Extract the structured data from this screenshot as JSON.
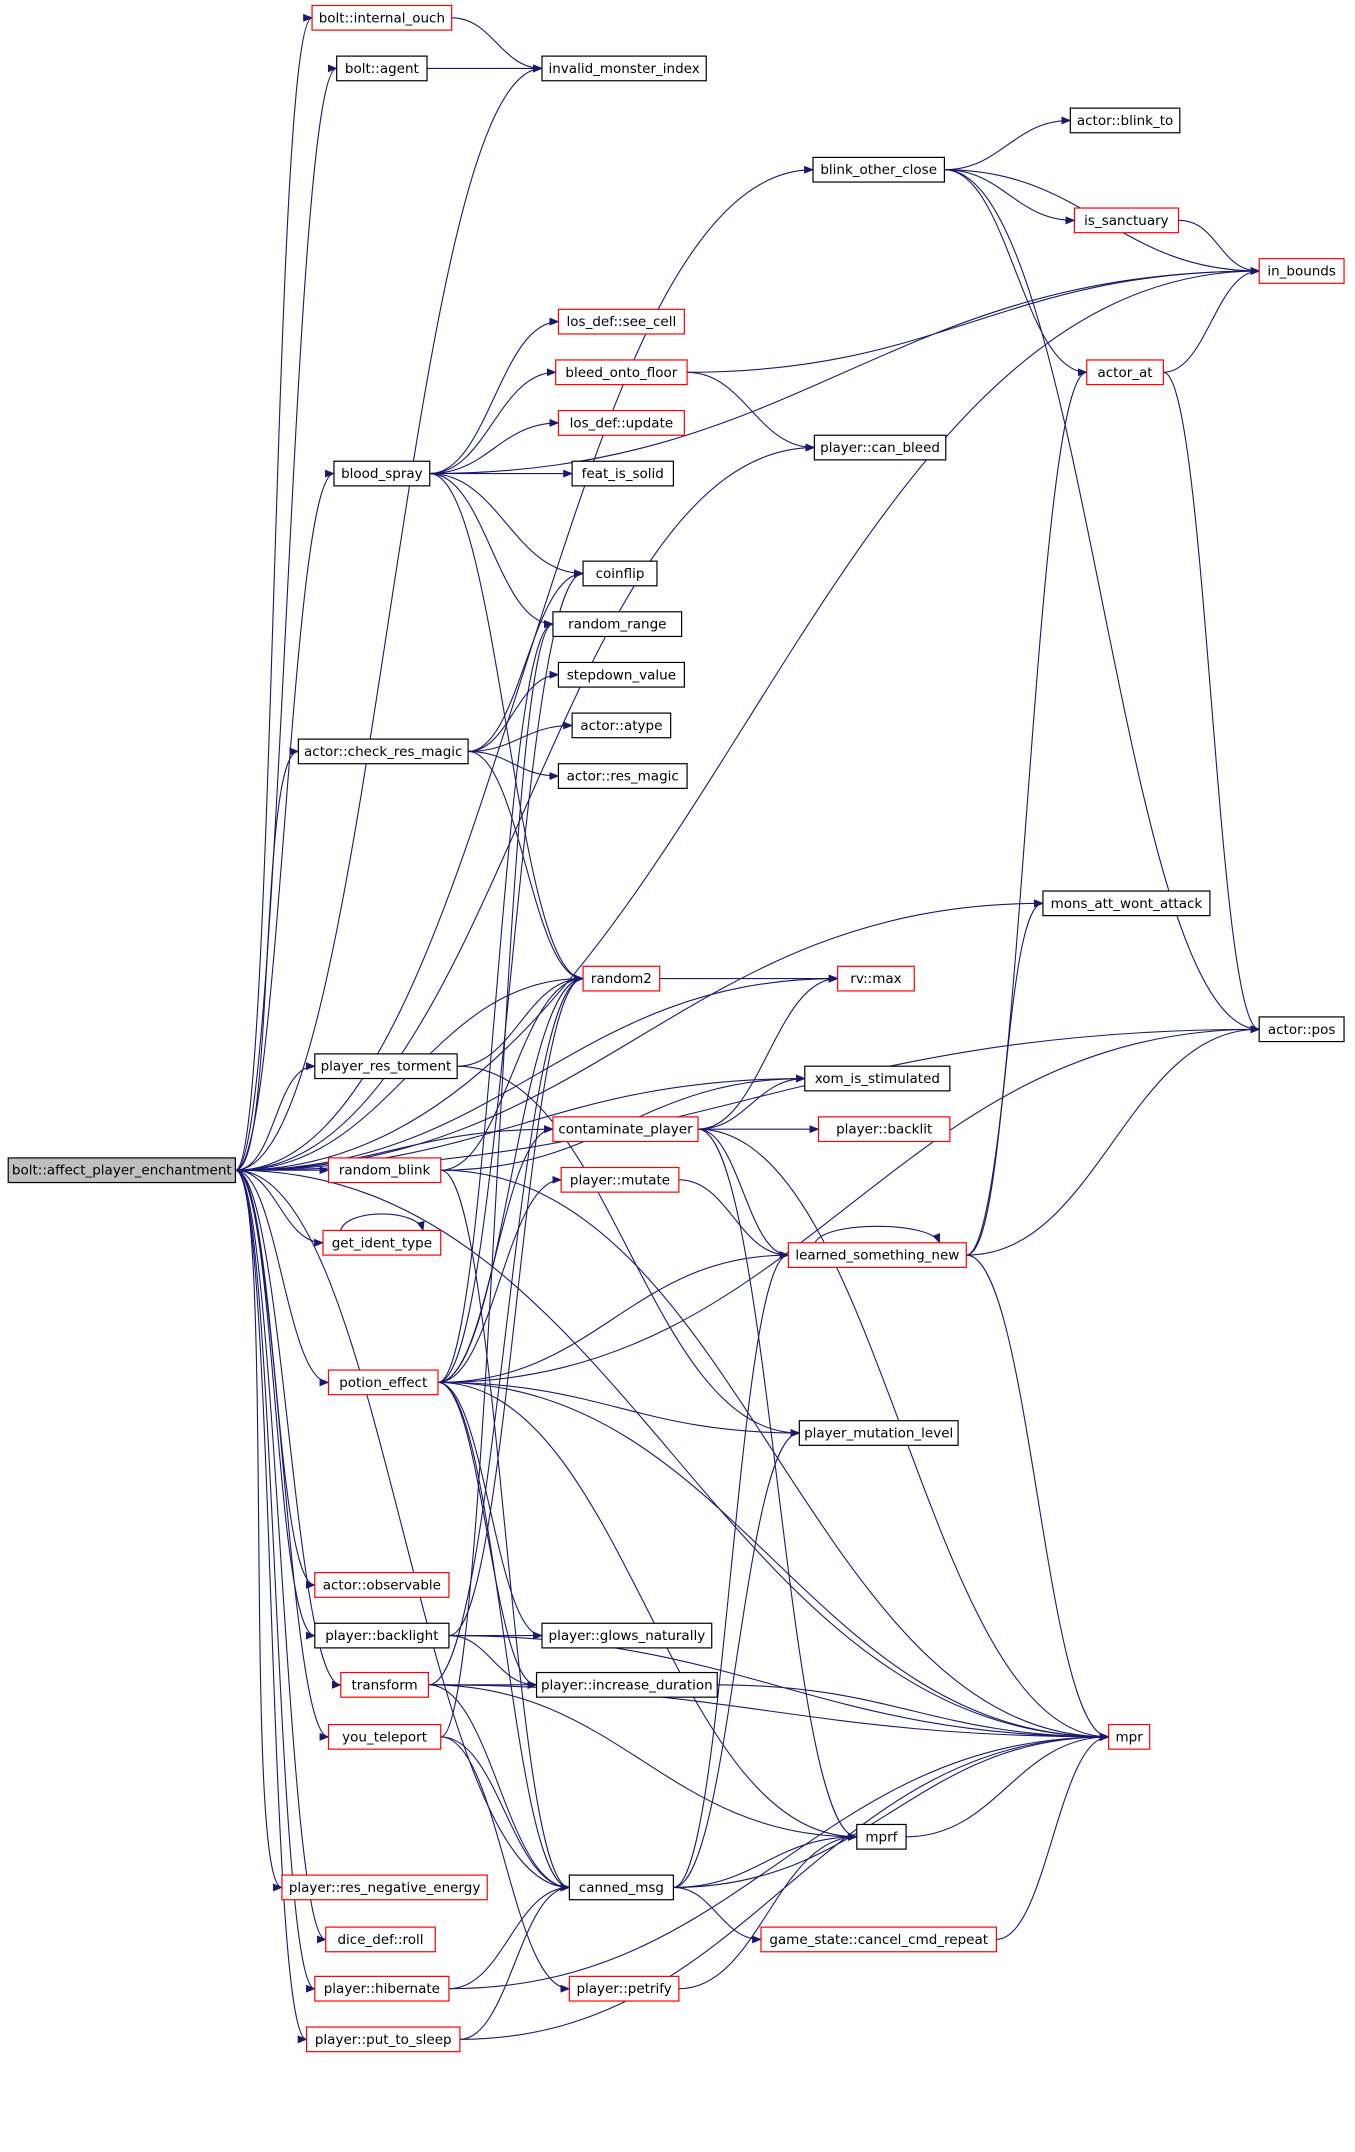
{
  "graph": {
    "colors": {
      "edge": "#191970",
      "node_border_black": "#000000",
      "node_border_red": "#ff0000",
      "root_fill": "#bfbfbf",
      "node_fill": "#ffffff"
    },
    "nodes": [
      {
        "id": "root",
        "label": "bolt::affect_player_enchantment",
        "border": "black",
        "root": true
      },
      {
        "id": "internal_ouch",
        "label": "bolt::internal_ouch",
        "border": "red"
      },
      {
        "id": "agent",
        "label": "bolt::agent",
        "border": "black"
      },
      {
        "id": "invalid_monster_index",
        "label": "invalid_monster_index",
        "border": "black"
      },
      {
        "id": "actor_blink_to",
        "label": "actor::blink_to",
        "border": "black"
      },
      {
        "id": "blink_other_close",
        "label": "blink_other_close",
        "border": "black"
      },
      {
        "id": "is_sanctuary",
        "label": "is_sanctuary",
        "border": "red"
      },
      {
        "id": "in_bounds",
        "label": "in_bounds",
        "border": "red"
      },
      {
        "id": "los_see_cell",
        "label": "los_def::see_cell",
        "border": "red"
      },
      {
        "id": "bleed_onto_floor",
        "label": "bleed_onto_floor",
        "border": "red"
      },
      {
        "id": "actor_at",
        "label": "actor_at",
        "border": "red"
      },
      {
        "id": "los_update",
        "label": "los_def::update",
        "border": "red"
      },
      {
        "id": "player_can_bleed",
        "label": "player::can_bleed",
        "border": "black"
      },
      {
        "id": "blood_spray",
        "label": "blood_spray",
        "border": "black"
      },
      {
        "id": "feat_is_solid",
        "label": "feat_is_solid",
        "border": "black"
      },
      {
        "id": "coinflip",
        "label": "coinflip",
        "border": "black"
      },
      {
        "id": "random_range",
        "label": "random_range",
        "border": "black"
      },
      {
        "id": "stepdown_value",
        "label": "stepdown_value",
        "border": "black"
      },
      {
        "id": "actor_atype",
        "label": "actor::atype",
        "border": "black"
      },
      {
        "id": "check_res_magic",
        "label": "actor::check_res_magic",
        "border": "black"
      },
      {
        "id": "actor_res_magic",
        "label": "actor::res_magic",
        "border": "black"
      },
      {
        "id": "mons_att_wont_attack",
        "label": "mons_att_wont_attack",
        "border": "black"
      },
      {
        "id": "random2",
        "label": "random2",
        "border": "red"
      },
      {
        "id": "rv_max",
        "label": "rv::max",
        "border": "red"
      },
      {
        "id": "actor_pos",
        "label": "actor::pos",
        "border": "black"
      },
      {
        "id": "player_res_torment",
        "label": "player_res_torment",
        "border": "black"
      },
      {
        "id": "xom_is_stimulated",
        "label": "xom_is_stimulated",
        "border": "black"
      },
      {
        "id": "contaminate_player",
        "label": "contaminate_player",
        "border": "red"
      },
      {
        "id": "player_backlit",
        "label": "player::backlit",
        "border": "red"
      },
      {
        "id": "random_blink",
        "label": "random_blink",
        "border": "red"
      },
      {
        "id": "player_mutate",
        "label": "player::mutate",
        "border": "red"
      },
      {
        "id": "learned_something_new",
        "label": "learned_something_new",
        "border": "red"
      },
      {
        "id": "get_ident_type",
        "label": "get_ident_type",
        "border": "red"
      },
      {
        "id": "potion_effect",
        "label": "potion_effect",
        "border": "red"
      },
      {
        "id": "player_mutation_level",
        "label": "player_mutation_level",
        "border": "black"
      },
      {
        "id": "actor_observable",
        "label": "actor::observable",
        "border": "red"
      },
      {
        "id": "player_backlight",
        "label": "player::backlight",
        "border": "black"
      },
      {
        "id": "player_glows_naturally",
        "label": "player::glows_naturally",
        "border": "black"
      },
      {
        "id": "transform",
        "label": "transform",
        "border": "red"
      },
      {
        "id": "player_increase_duration",
        "label": "player::increase_duration",
        "border": "black"
      },
      {
        "id": "you_teleport",
        "label": "you_teleport",
        "border": "red"
      },
      {
        "id": "mpr",
        "label": "mpr",
        "border": "red"
      },
      {
        "id": "mprf",
        "label": "mprf",
        "border": "black"
      },
      {
        "id": "player_res_negative_energy",
        "label": "player::res_negative_energy",
        "border": "red"
      },
      {
        "id": "canned_msg",
        "label": "canned_msg",
        "border": "black"
      },
      {
        "id": "dice_def_roll",
        "label": "dice_def::roll",
        "border": "red"
      },
      {
        "id": "cancel_cmd_repeat",
        "label": "game_state::cancel_cmd_repeat",
        "border": "red"
      },
      {
        "id": "player_hibernate",
        "label": "player::hibernate",
        "border": "red"
      },
      {
        "id": "player_petrify",
        "label": "player::petrify",
        "border": "red"
      },
      {
        "id": "player_put_to_sleep",
        "label": "player::put_to_sleep",
        "border": "red"
      }
    ],
    "edges": [
      [
        "root",
        "internal_ouch"
      ],
      [
        "root",
        "agent"
      ],
      [
        "root",
        "invalid_monster_index"
      ],
      [
        "root",
        "blink_other_close"
      ],
      [
        "root",
        "in_bounds"
      ],
      [
        "root",
        "actor_pos"
      ],
      [
        "root",
        "blood_spray"
      ],
      [
        "root",
        "player_can_bleed"
      ],
      [
        "root",
        "check_res_magic"
      ],
      [
        "root",
        "mons_att_wont_attack"
      ],
      [
        "root",
        "rv_max"
      ],
      [
        "root",
        "random2"
      ],
      [
        "root",
        "xom_is_stimulated"
      ],
      [
        "root",
        "player_res_torment"
      ],
      [
        "root",
        "contaminate_player"
      ],
      [
        "root",
        "random_blink"
      ],
      [
        "root",
        "get_ident_type"
      ],
      [
        "root",
        "potion_effect"
      ],
      [
        "root",
        "mpr"
      ],
      [
        "root",
        "actor_observable"
      ],
      [
        "root",
        "player_backlight"
      ],
      [
        "root",
        "transform"
      ],
      [
        "root",
        "you_teleport"
      ],
      [
        "root",
        "player_res_negative_energy"
      ],
      [
        "root",
        "dice_def_roll"
      ],
      [
        "root",
        "player_hibernate"
      ],
      [
        "root",
        "player_put_to_sleep"
      ],
      [
        "root",
        "canned_msg"
      ],
      [
        "internal_ouch",
        "invalid_monster_index"
      ],
      [
        "agent",
        "invalid_monster_index"
      ],
      [
        "blink_other_close",
        "actor_blink_to"
      ],
      [
        "blink_other_close",
        "is_sanctuary"
      ],
      [
        "blink_other_close",
        "in_bounds"
      ],
      [
        "blink_other_close",
        "actor_at"
      ],
      [
        "blink_other_close",
        "actor_pos"
      ],
      [
        "is_sanctuary",
        "in_bounds"
      ],
      [
        "actor_at",
        "in_bounds"
      ],
      [
        "actor_at",
        "actor_pos"
      ],
      [
        "blood_spray",
        "los_see_cell"
      ],
      [
        "blood_spray",
        "bleed_onto_floor"
      ],
      [
        "blood_spray",
        "los_update"
      ],
      [
        "blood_spray",
        "feat_is_solid"
      ],
      [
        "blood_spray",
        "coinflip"
      ],
      [
        "blood_spray",
        "random_range"
      ],
      [
        "blood_spray",
        "random2"
      ],
      [
        "blood_spray",
        "in_bounds"
      ],
      [
        "bleed_onto_floor",
        "in_bounds"
      ],
      [
        "bleed_onto_floor",
        "player_can_bleed"
      ],
      [
        "check_res_magic",
        "coinflip"
      ],
      [
        "check_res_magic",
        "stepdown_value"
      ],
      [
        "check_res_magic",
        "actor_atype"
      ],
      [
        "check_res_magic",
        "actor_res_magic"
      ],
      [
        "check_res_magic",
        "random2"
      ],
      [
        "random2",
        "rv_max"
      ],
      [
        "player_res_torment",
        "random2"
      ],
      [
        "player_res_torment",
        "player_mutation_level"
      ],
      [
        "contaminate_player",
        "rv_max"
      ],
      [
        "contaminate_player",
        "xom_is_stimulated"
      ],
      [
        "contaminate_player",
        "player_backlit"
      ],
      [
        "contaminate_player",
        "learned_something_new"
      ],
      [
        "contaminate_player",
        "mpr"
      ],
      [
        "contaminate_player",
        "mprf"
      ],
      [
        "random_blink",
        "xom_is_stimulated"
      ],
      [
        "random_blink",
        "random2"
      ],
      [
        "random_blink",
        "mpr"
      ],
      [
        "random_blink",
        "canned_msg"
      ],
      [
        "get_ident_type",
        "get_ident_type"
      ],
      [
        "player_mutate",
        "learned_something_new"
      ],
      [
        "learned_something_new",
        "learned_something_new"
      ],
      [
        "learned_something_new",
        "actor_at"
      ],
      [
        "learned_something_new",
        "mons_att_wont_attack"
      ],
      [
        "learned_something_new",
        "actor_pos"
      ],
      [
        "learned_something_new",
        "mpr"
      ],
      [
        "potion_effect",
        "random2"
      ],
      [
        "potion_effect",
        "coinflip"
      ],
      [
        "potion_effect",
        "random_range"
      ],
      [
        "potion_effect",
        "contaminate_player"
      ],
      [
        "potion_effect",
        "player_mutate"
      ],
      [
        "potion_effect",
        "learned_something_new"
      ],
      [
        "potion_effect",
        "actor_pos"
      ],
      [
        "potion_effect",
        "player_mutation_level"
      ],
      [
        "potion_effect",
        "mpr"
      ],
      [
        "potion_effect",
        "mprf"
      ],
      [
        "potion_effect",
        "player_glows_naturally"
      ],
      [
        "potion_effect",
        "player_increase_duration"
      ],
      [
        "potion_effect",
        "canned_msg"
      ],
      [
        "player_backlight",
        "player_glows_naturally"
      ],
      [
        "player_backlight",
        "player_increase_duration"
      ],
      [
        "player_backlight",
        "mpr"
      ],
      [
        "player_backlight",
        "random2"
      ],
      [
        "transform",
        "player_increase_duration"
      ],
      [
        "transform",
        "mpr"
      ],
      [
        "transform",
        "mprf"
      ],
      [
        "transform",
        "canned_msg"
      ],
      [
        "transform",
        "random2"
      ],
      [
        "player_increase_duration",
        "mpr"
      ],
      [
        "you_teleport",
        "random_range"
      ],
      [
        "you_teleport",
        "canned_msg"
      ],
      [
        "you_teleport",
        "player_petrify"
      ],
      [
        "canned_msg",
        "mprf"
      ],
      [
        "canned_msg",
        "player_mutation_level"
      ],
      [
        "canned_msg",
        "learned_something_new"
      ],
      [
        "canned_msg",
        "cancel_cmd_repeat"
      ],
      [
        "canned_msg",
        "mpr"
      ],
      [
        "mprf",
        "mpr"
      ],
      [
        "cancel_cmd_repeat",
        "mpr"
      ],
      [
        "player_hibernate",
        "canned_msg"
      ],
      [
        "player_hibernate",
        "mpr"
      ],
      [
        "player_petrify",
        "mprf"
      ],
      [
        "player_put_to_sleep",
        "canned_msg"
      ],
      [
        "player_put_to_sleep",
        "mpr"
      ]
    ]
  }
}
